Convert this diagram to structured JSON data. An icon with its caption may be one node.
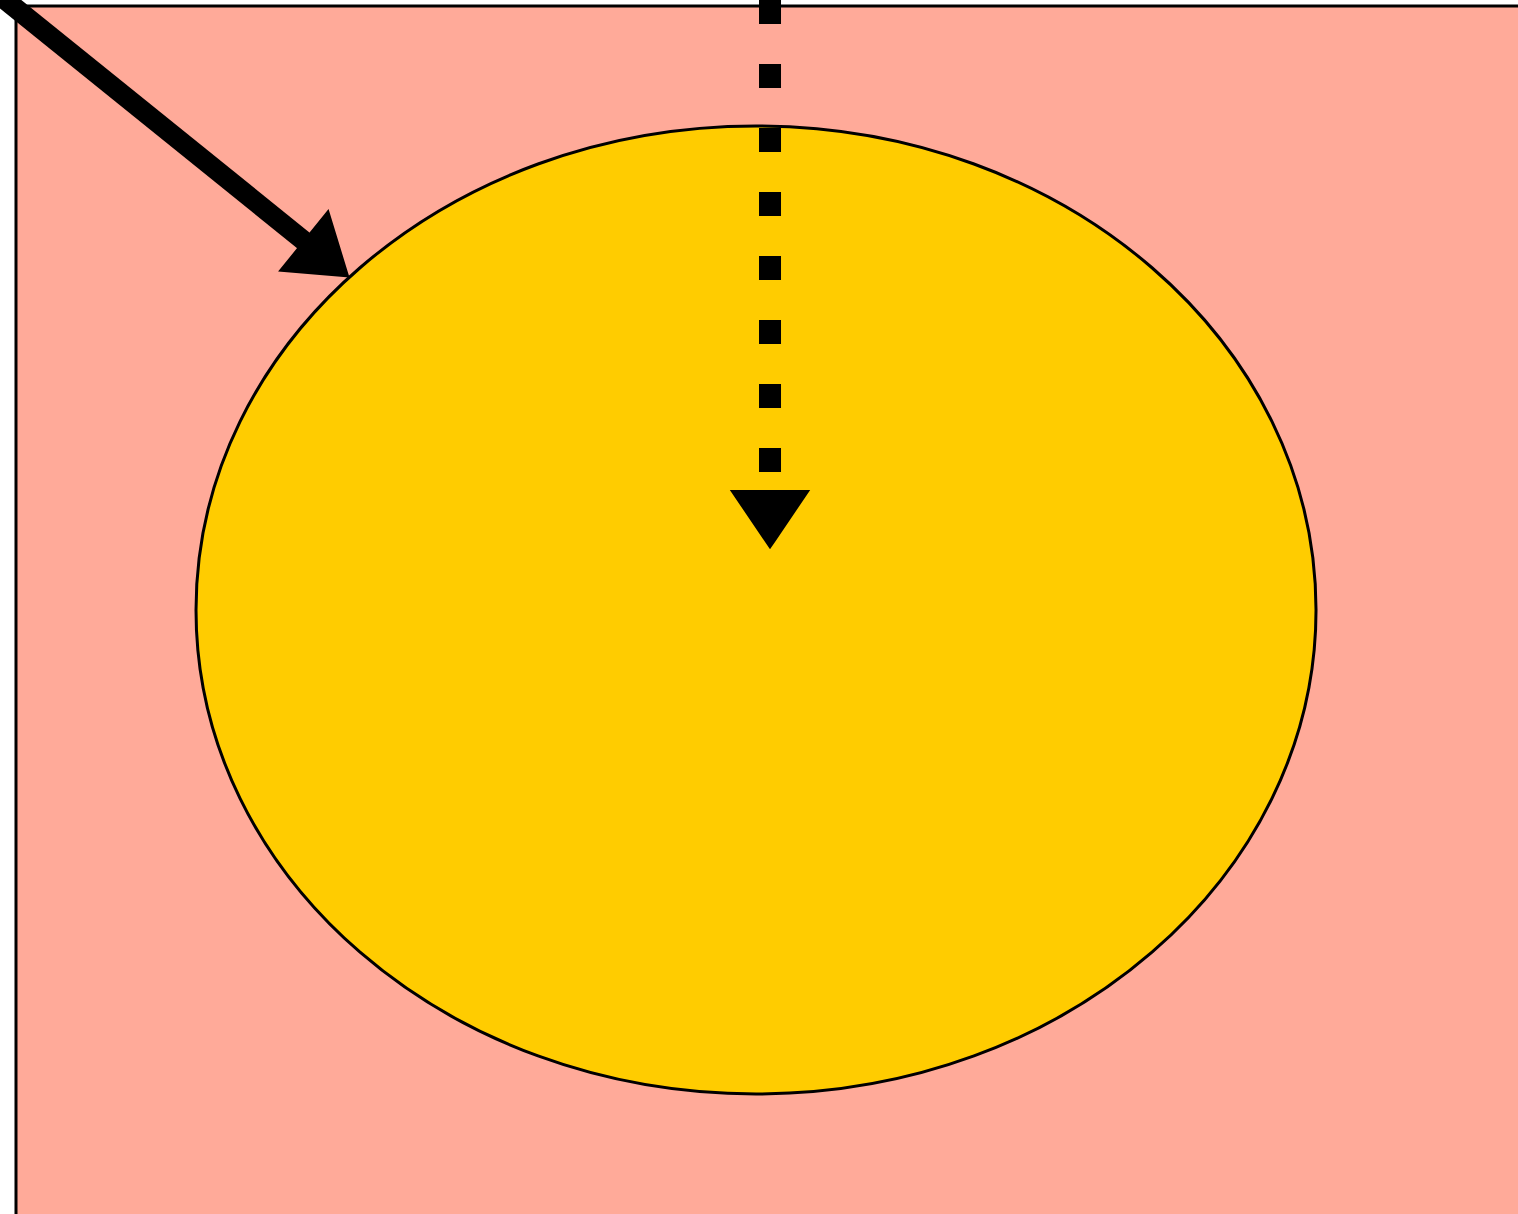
{
  "diagram": {
    "nodes": [
      {
        "text": [],
        "shape": "box"
      },
      {
        "text": [],
        "shape": "ellipse",
        "in": 0
      }
    ],
    "edges": [
      {
        "from": null,
        "to": 1,
        "arrow": "to"
      },
      {
        "from": null,
        "to": 1,
        "arrow": "to",
        "style": "dashed"
      }
    ]
  }
}
